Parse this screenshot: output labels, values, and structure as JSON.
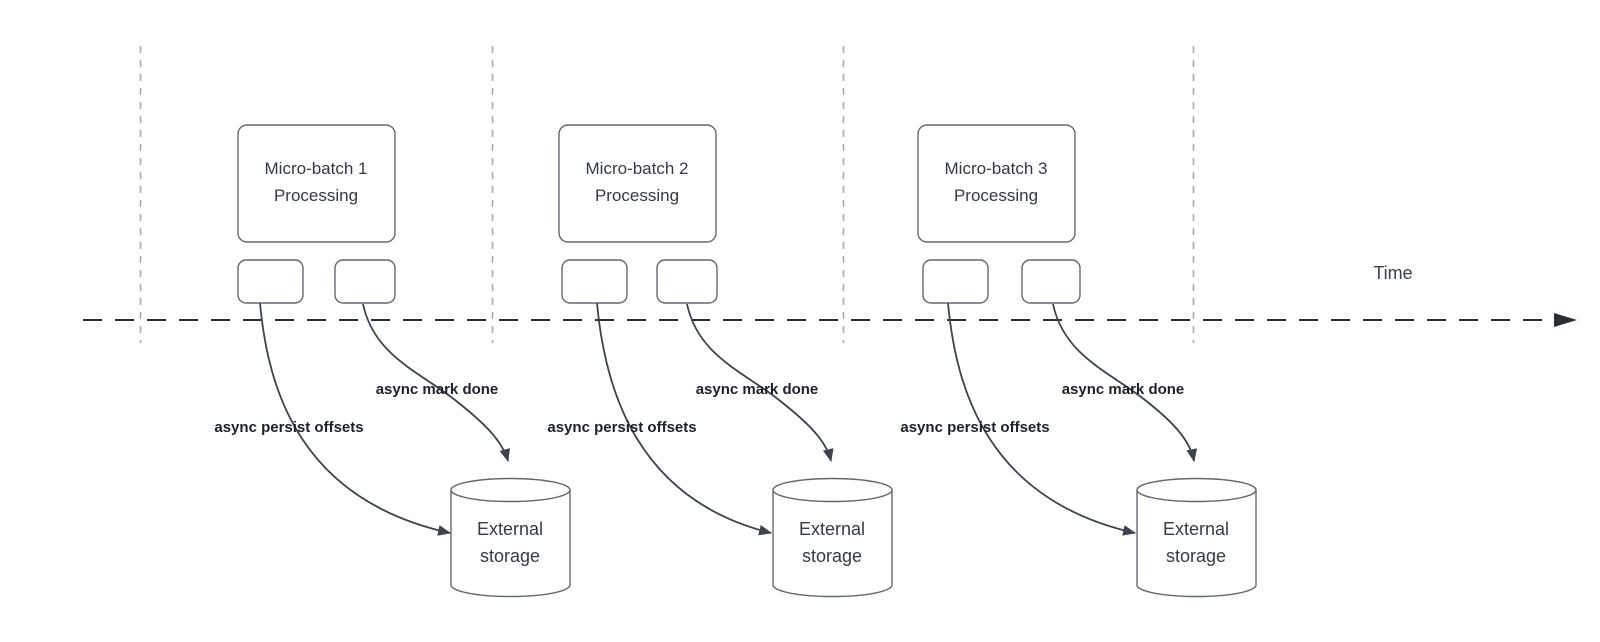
{
  "diagram": {
    "time_label": "Time",
    "colors": {
      "background": "#ffffff",
      "time_axis": "#2b3038",
      "guide_line": "#a6a9ad",
      "shape_stroke": "#63686e",
      "curve_stroke": "#3d444d",
      "text": "#343b46",
      "label_bold": "#1c212b"
    },
    "groups": [
      {
        "title_line1": "Micro-batch 1",
        "title_line2": "Processing",
        "persist_label": "async persist offsets",
        "mark_done_label": "async mark done",
        "storage_line1": "External",
        "storage_line2": "storage"
      },
      {
        "title_line1": "Micro-batch 2",
        "title_line2": "Processing",
        "persist_label": "async persist offsets",
        "mark_done_label": "async mark done",
        "storage_line1": "External",
        "storage_line2": "storage"
      },
      {
        "title_line1": "Micro-batch 3",
        "title_line2": "Processing",
        "persist_label": "async persist offsets",
        "mark_done_label": "async mark done",
        "storage_line1": "External",
        "storage_line2": "storage"
      }
    ]
  }
}
